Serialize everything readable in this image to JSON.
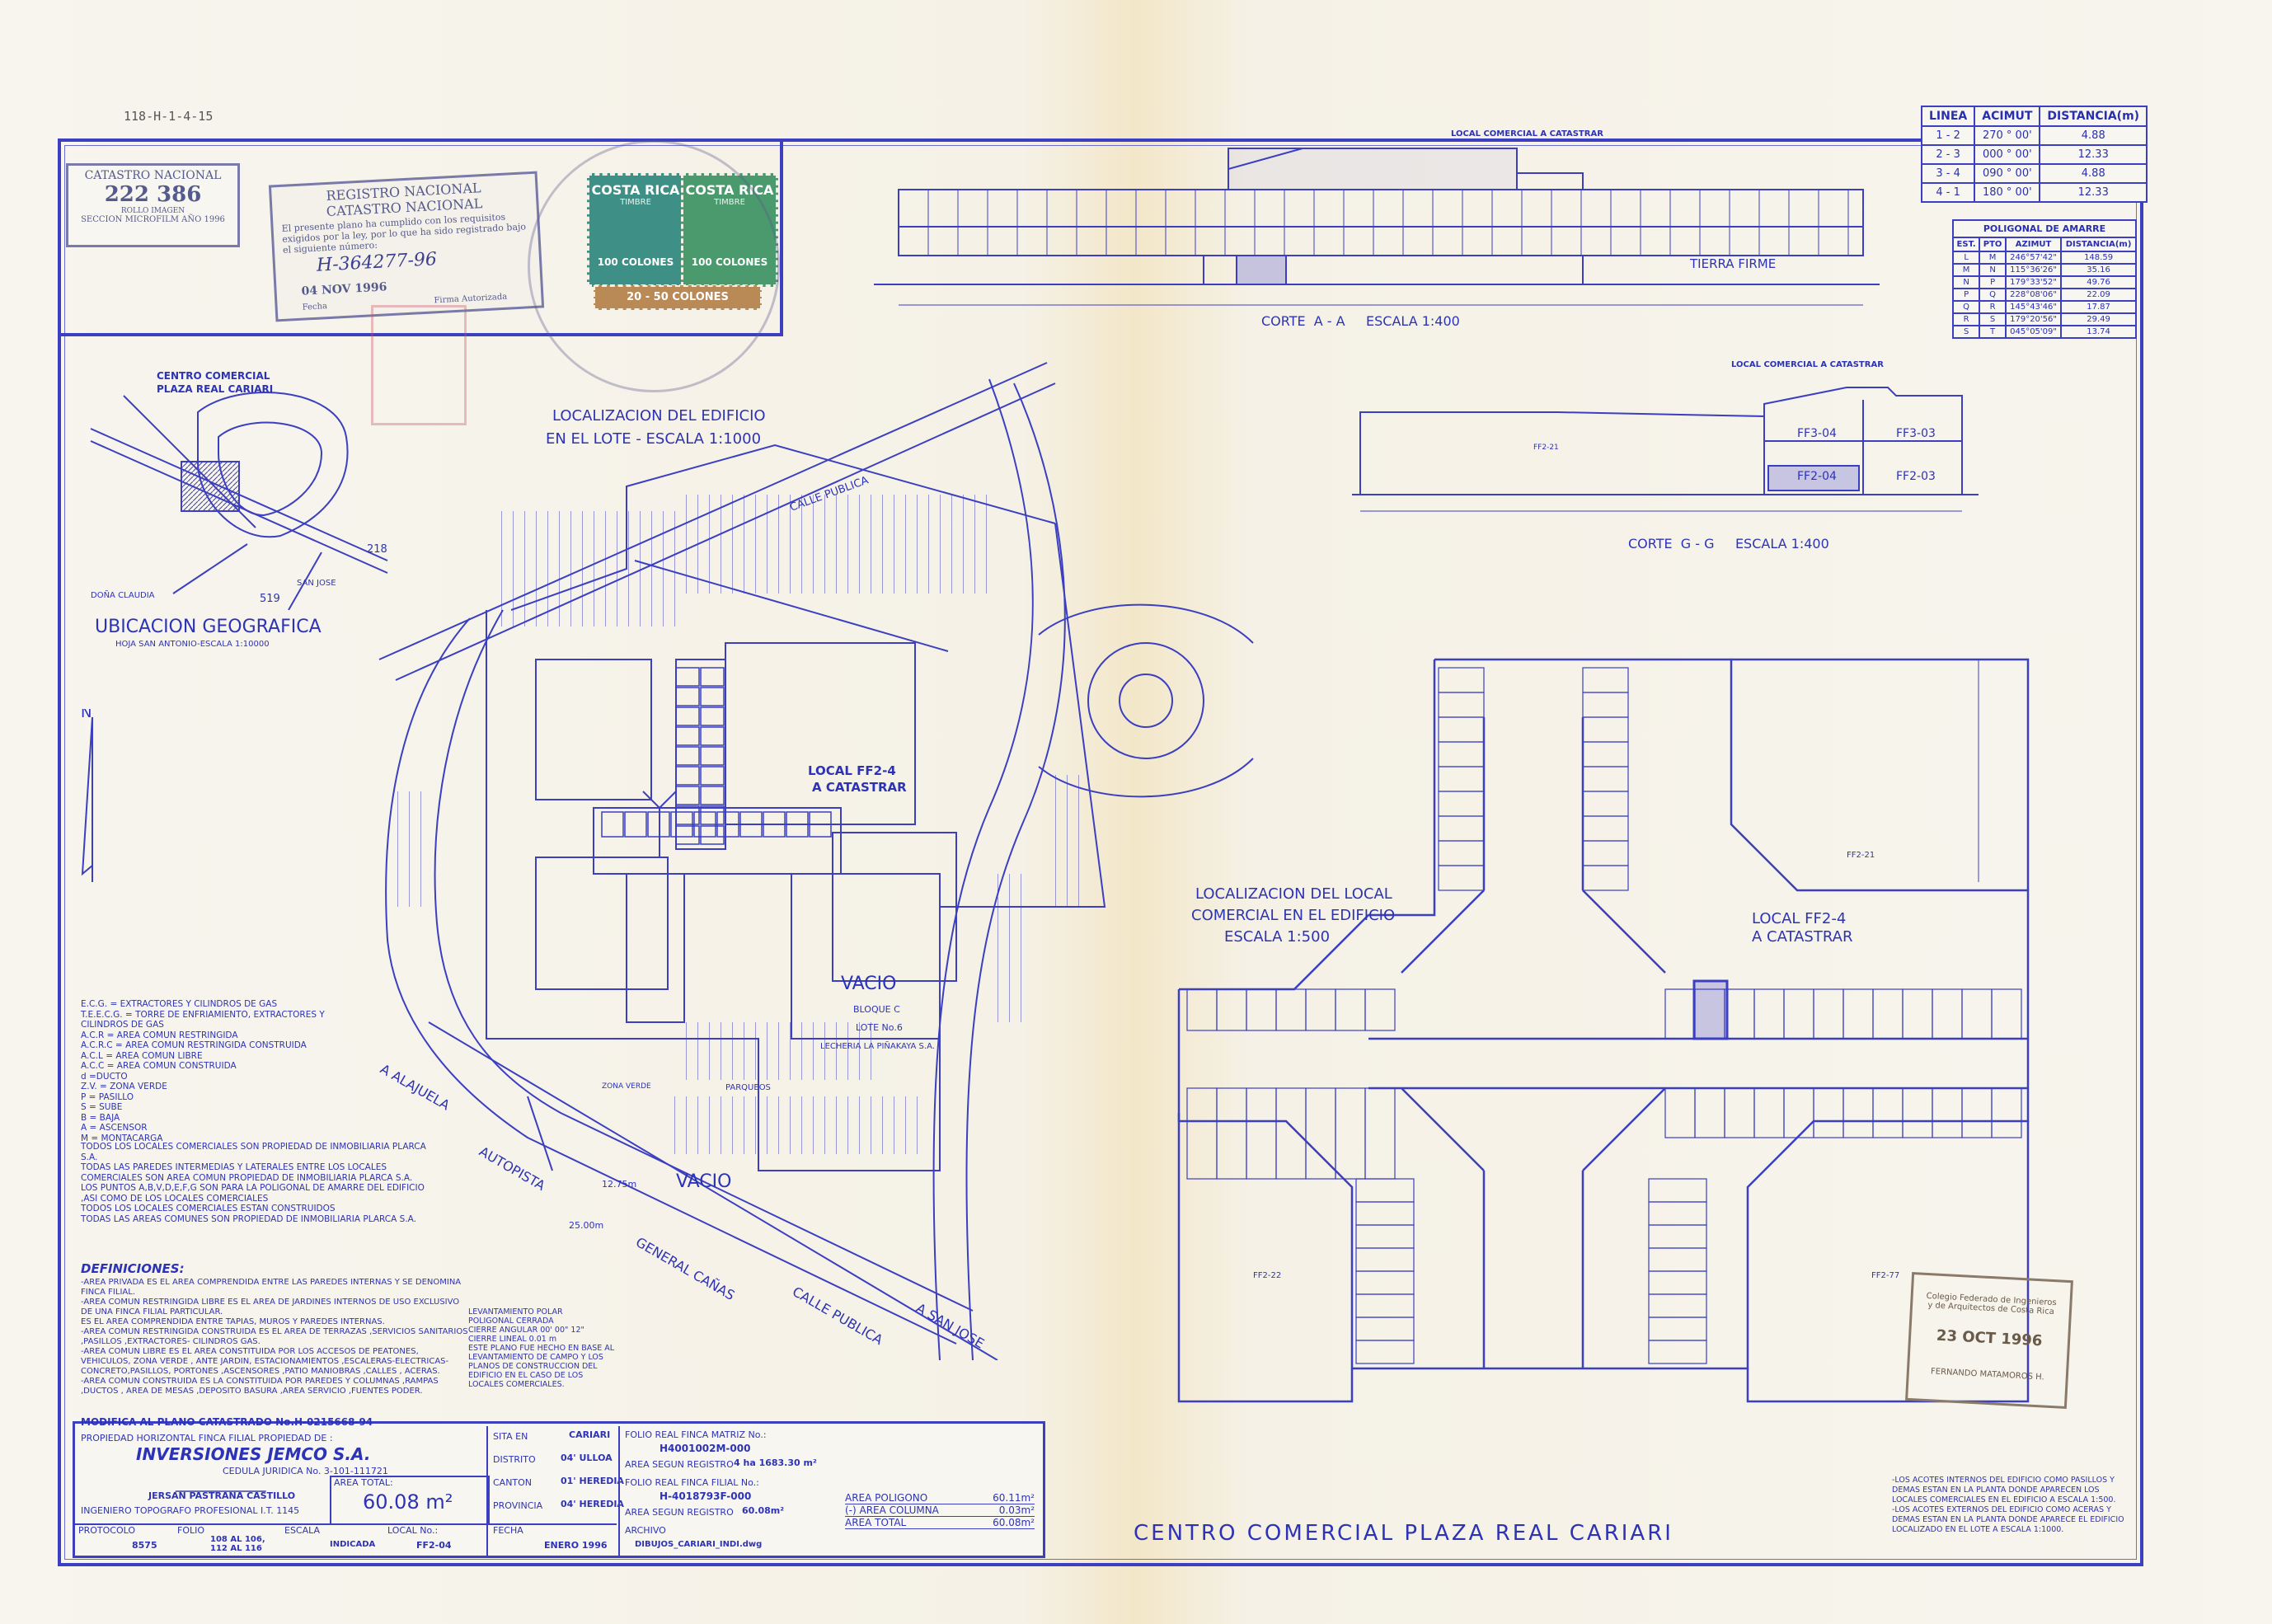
{
  "ref_code": "118-H-1-4-15",
  "catastro": {
    "title": "CATASTRO NACIONAL",
    "number": "222 386",
    "line1": "ROLLO IMAGEN",
    "line2": "SECCION MICROFILM AÑO 1996"
  },
  "registro_stamp": {
    "title1": "REGISTRO NACIONAL",
    "title2": "CATASTRO NACIONAL",
    "text": "El presente plano ha cumplido con los requisitos exigidos por la ley, por lo que ha sido registrado bajo el siguiente número:",
    "number": "H-364277-96",
    "date": "04 NOV 1996",
    "fecha": "Fecha",
    "firma": "Firma Autorizada"
  },
  "revenue_stamps": [
    {
      "brand": "COSTA RICA",
      "sub": "TIMBRE",
      "value": "100 COLONES"
    },
    {
      "brand": "COSTA RICA",
      "sub": "TIMBRE",
      "value": "100 COLONES"
    }
  ],
  "stamp_small": "20 - 50 COLONES",
  "linea_table": {
    "headers": [
      "LINEA",
      "ACIMUT",
      "DISTANCIA(m)"
    ],
    "rows": [
      [
        "1 - 2",
        "270 ° 00'",
        "4.88"
      ],
      [
        "2 - 3",
        "000 ° 00'",
        "12.33"
      ],
      [
        "3 - 4",
        "090 ° 00'",
        "4.88"
      ],
      [
        "4 - 1",
        "180 ° 00'",
        "12.33"
      ]
    ]
  },
  "poligonal_table": {
    "title": "POLIGONAL DE AMARRE",
    "headers": [
      "EST.",
      "PTO",
      "AZIMUT",
      "DISTANCIA(m)"
    ],
    "rows": [
      [
        "L",
        "M",
        "246°57'42\"",
        "148.59"
      ],
      [
        "M",
        "N",
        "115°36'26\"",
        "35.16"
      ],
      [
        "N",
        "P",
        "179°33'52\"",
        "49.76"
      ],
      [
        "P",
        "Q",
        "228°08'06\"",
        "22.09"
      ],
      [
        "Q",
        "R",
        "145°43'46\"",
        "17.87"
      ],
      [
        "R",
        "S",
        "179°20'56\"",
        "29.49"
      ],
      [
        "S",
        "T",
        "045°05'09\"",
        "13.74"
      ]
    ]
  },
  "section_aa": {
    "top_label": "LOCAL COMERCIAL A CATASTRAR",
    "ground": "TIERRA FIRME",
    "caption": "CORTE  A - A     ESCALA 1:400"
  },
  "section_gg": {
    "top_label": "LOCAL COMERCIAL A CATASTRAR",
    "room1": "FF3-04",
    "room2": "FF2-04",
    "room3": "FF3-03",
    "room4": "FF2-03",
    "room5": "FF2-21",
    "caption": "CORTE  G - G     ESCALA 1:400"
  },
  "location_map": {
    "title1": "CENTRO COMERCIAL",
    "title2": "PLAZA REAL CARIARI",
    "caption": "UBICACION GEOGRAFICA",
    "sub": "HOJA SAN ANTONIO-ESCALA 1:10000",
    "num1": "218",
    "num2": "519",
    "road1": "DOÑA CLAUDIA",
    "road2": "SAN JOSE"
  },
  "site_plan": {
    "title1": "LOCALIZACION DEL EDIFICIO",
    "title2": "EN EL LOTE - ESCALA 1:1000",
    "local_label1": "LOCAL FF2-4",
    "local_label2": "A CATASTRAR",
    "vacio": "VACIO",
    "vacio2": "VACIO",
    "bloque": "BLOQUE C",
    "lote": "LOTE No.6",
    "lecheria": "LECHERIA LA PIÑAKAYA S.A.",
    "parqueos": "PARQUEOS",
    "zona_verde": "ZONA VERDE",
    "calle_publica": "CALLE PUBLICA",
    "autopista": "AUTOPISTA",
    "general_canas": "GENERAL CAÑAS",
    "alajuela": "A ALAJUELA",
    "san_jose": "A SAN JOSE",
    "calle_publica2": "CALLE PUBLICA",
    "dist1": "12.75m",
    "dist2": "25.00m",
    "north": "N"
  },
  "floor_plan": {
    "title1": "LOCALIZACION DEL LOCAL",
    "title2": "COMERCIAL EN EL EDIFICIO",
    "title3": "ESCALA  1:500",
    "local_label1": "LOCAL FF2-4",
    "local_label2": "A CATASTRAR",
    "big_room": "FF2-21",
    "big_room2": "FF2-22",
    "big_room3": "FF2-77"
  },
  "legend_notes": "E.C.G. = EXTRACTORES Y CILINDROS DE GAS\nT.E.E.C.G. = TORRE DE ENFRIAMIENTO, EXTRACTORES Y CILINDROS DE GAS\nA.C.R = AREA COMUN RESTRINGIDA\nA.C.R.C = AREA COMUN RESTRINGIDA CONSTRUIDA\nA.C.L = AREA COMUN LIBRE\nA.C.C = AREA COMUN CONSTRUIDA\nd =DUCTO\nZ.V. = ZONA VERDE\nP = PASILLO\nS = SUBE\nB = BAJA\nA = ASCENSOR\nM = MONTACARGA",
  "general_notes": "TODOS LOS LOCALES COMERCIALES SON PROPIEDAD DE INMOBILIARIA PLARCA S.A.\nTODAS LAS PAREDES INTERMEDIAS Y LATERALES ENTRE LOS LOCALES COMERCIALES SON AREA COMUN PROPIEDAD DE INMOBILIARIA PLARCA S.A.\nLOS PUNTOS A,B,V,D,E,F,G SON PARA LA POLIGONAL DE AMARRE DEL EDIFICIO ,ASI COMO DE LOS LOCALES COMERCIALES\nTODOS LOS LOCALES COMERCIALES ESTAN CONSTRUIDOS\nTODAS LAS AREAS COMUNES SON PROPIEDAD DE INMOBILIARIA PLARCA S.A.",
  "definiciones_title": "DEFINICIONES:",
  "definiciones": "-AREA PRIVADA ES EL AREA COMPRENDIDA ENTRE LAS PAREDES INTERNAS Y SE DENOMINA FINCA FILIAL.\n-AREA COMUN RESTRINGIDA LIBRE ES EL AREA DE JARDINES INTERNOS DE USO EXCLUSIVO DE UNA FINCA FILIAL PARTICULAR.\nES EL AREA COMPRENDIDA ENTRE TAPIAS, MUROS Y PAREDES INTERNAS.\n-AREA COMUN RESTRINGIDA CONSTRUIDA ES EL AREA DE TERRAZAS ,SERVICIOS SANITARIOS ,PASILLOS ,EXTRACTORES- CILINDROS GAS.\n-AREA COMUN LIBRE ES EL AREA CONSTITUIDA POR LOS ACCESOS DE PEATONES, VEHICULOS, ZONA VERDE , ANTE JARDIN, ESTACIONAMIENTOS ,ESCALERAS-ELECTRICAS-CONCRETO,PASILLOS, PORTONES ,ASCENSORES ,PATIO MANIOBRAS ,CALLES , ACERAS.\n-AREA COMUN CONSTRUIDA ES LA CONSTITUIDA POR PAREDES Y COLUMNAS ,RAMPAS ,DUCTOS , AREA DE MESAS ,DEPOSITO BASURA ,AREA SERVICIO ,FUENTES PODER.",
  "levantamiento": "LEVANTAMIENTO POLAR\nPOLIGONAL CERRADA\nCIERRE ANGULAR  00' 00\" 12\"\nCIERRE LINEAL   0.01 m\nESTE PLANO FUE HECHO EN BASE AL LEVANTAMIENTO DE CAMPO Y LOS PLANOS DE CONSTRUCCION DEL EDIFICIO EN EL CASO DE LOS LOCALES COMERCIALES.",
  "title_block": {
    "modifica": "MODIFICA AL PLANO CATASTRADO No.H-0215668-94",
    "propiedad": "PROPIEDAD HORIZONTAL FINCA FILIAL PROPIEDAD DE :",
    "owner": "INVERSIONES JEMCO S.A.",
    "cedula": "CEDULA JURIDICA No. 3-101-111721",
    "engineer": "JERSAN PASTRANA CASTILLO",
    "engineer_title": "INGENIERO TOPOGRAFO PROFESIONAL I.T. 1145",
    "area_total_label": "AREA TOTAL:",
    "area_total": "60.08 m²",
    "protocolo_label": "PROTOCOLO",
    "protocolo": "8575",
    "folio_label": "FOLIO",
    "folio": "108 AL 106, 112 AL 116",
    "escala_label": "ESCALA",
    "escala": "INDICADA",
    "local_label": "LOCAL No.:",
    "local": "FF2-04",
    "sita_label": "SITA EN",
    "sita": "CARIARI",
    "distrito_label": "DISTRITO",
    "distrito": "04' ULLOA",
    "canton_label": "CANTON",
    "canton": "01' HEREDIA",
    "provincia_label": "PROVINCIA",
    "provincia": "04' HEREDIA",
    "fecha_label": "FECHA",
    "fecha": "ENERO 1996",
    "folio_matriz_label": "FOLIO REAL FINCA MATRIZ No.:",
    "folio_matriz": "H4001002M-000",
    "area_registro_label": "AREA SEGUN REGISTRO",
    "area_registro": "4 ha 1683.30 m²",
    "folio_filial_label": "FOLIO REAL FINCA FILIAL No.:",
    "folio_filial": "H-4018793F-000",
    "area_registro2_label": "AREA SEGUN REGISTRO",
    "area_registro2": "60.08m²",
    "archivo_label": "ARCHIVO",
    "archivo": "DIBUJOS_CARIARI_INDI.dwg"
  },
  "areas": [
    {
      "label": "AREA POLIGONO",
      "value": "60.11m²"
    },
    {
      "label": "(-) AREA COLUMNA",
      "value": "0.03m²"
    },
    {
      "label": "AREA TOTAL",
      "value": "60.08m²"
    }
  ],
  "main_title": "CENTRO COMERCIAL PLAZA REAL CARIARI",
  "acotes_notes": "-LOS ACOTES INTERNOS DEL EDIFICIO COMO PASILLOS Y DEMAS ESTAN EN LA PLANTA DONDE APARECEN LOS LOCALES COMERCIALES EN EL EDIFICIO A ESCALA 1:500.\n-LOS ACOTES EXTERNOS DEL EDIFICIO COMO ACERAS Y DEMAS ESTAN EN LA PLANTA DONDE APARECE EL EDIFICIO LOCALIZADO EN EL LOTE A ESCALA 1:1000.",
  "colegio_stamp": {
    "line1": "Colegio Federado de Ingenieros",
    "line2": "y de Arquitectos de Costa Rica",
    "date": "23 OCT 1996",
    "name": "FERNANDO MATAMOROS H."
  },
  "ink_color": "#2a2fb0"
}
